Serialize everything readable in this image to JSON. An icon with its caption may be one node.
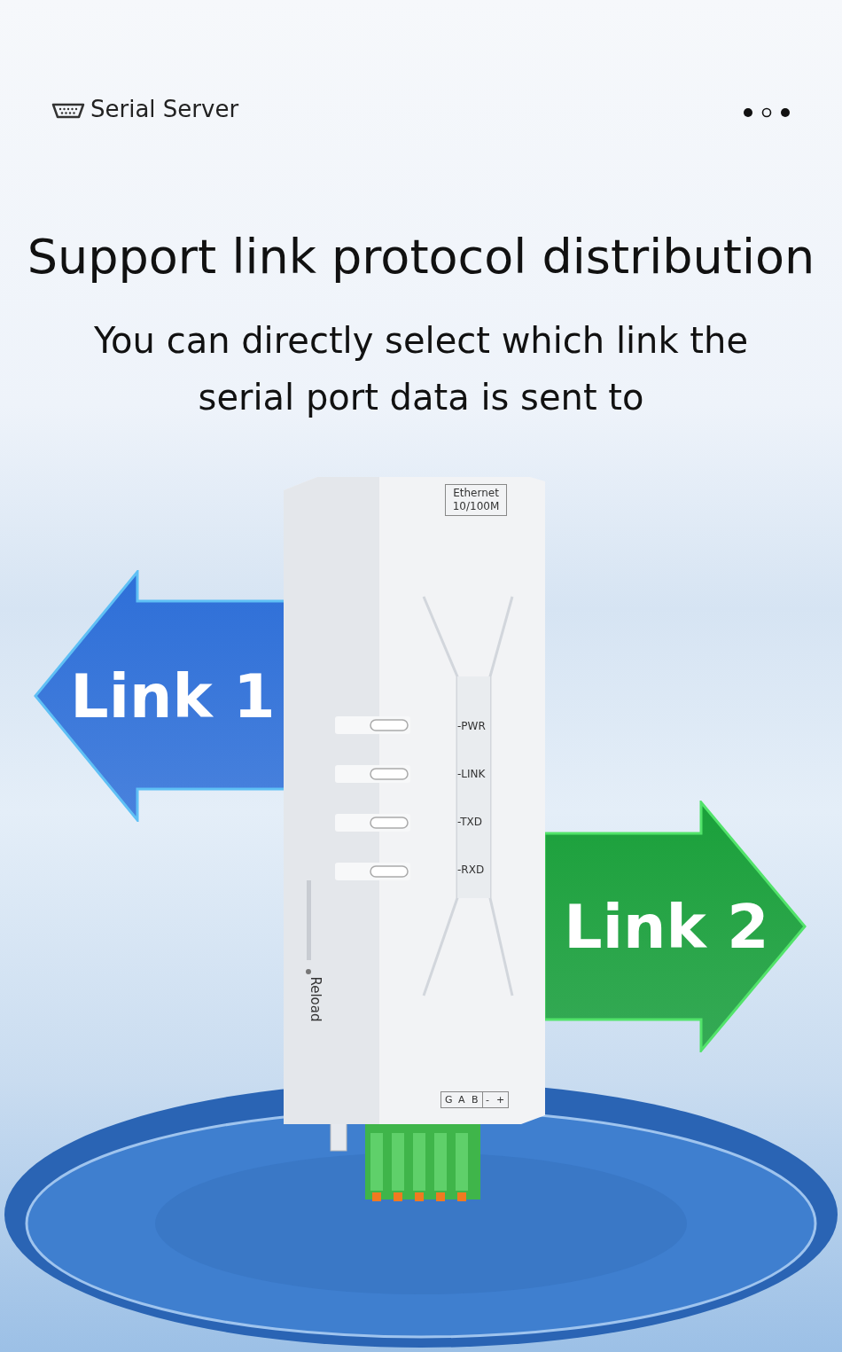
{
  "diagram": {
    "title": "Support link protocol distribution",
    "nodes": [
      {
        "text": [
          "Link 1"
        ]
      },
      {
        "text": [
          "Link 2"
        ]
      }
    ],
    "labels": [
      "Serial Server",
      "You can directly select which link the serial port data is sent to",
      "Ethernet 10/100M",
      "-PWR",
      "-LINK",
      "-TXD",
      "-RXD",
      "Reload",
      "G",
      "A",
      "B",
      "-",
      "+"
    ]
  }
}
